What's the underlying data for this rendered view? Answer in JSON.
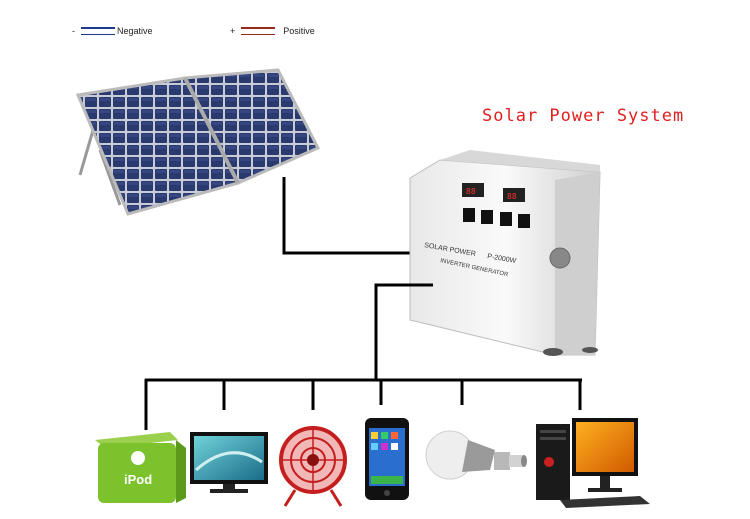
{
  "legend": {
    "negative": {
      "sign": "-",
      "label": "Negative",
      "color": "#1a3a8a"
    },
    "positive": {
      "sign": "+",
      "label": "Positive",
      "color": "#9a2a1a"
    }
  },
  "title": {
    "text": "Solar Power System",
    "color": "#e02020"
  },
  "generator": {
    "brand": "SOLAR POWER",
    "model": "P-2000W",
    "subtitle": "INVERTER GENERATOR"
  },
  "devices": [
    {
      "name": "ipod",
      "label": "iPod"
    },
    {
      "name": "tv"
    },
    {
      "name": "fan"
    },
    {
      "name": "phone"
    },
    {
      "name": "bulb"
    },
    {
      "name": "computer"
    }
  ]
}
